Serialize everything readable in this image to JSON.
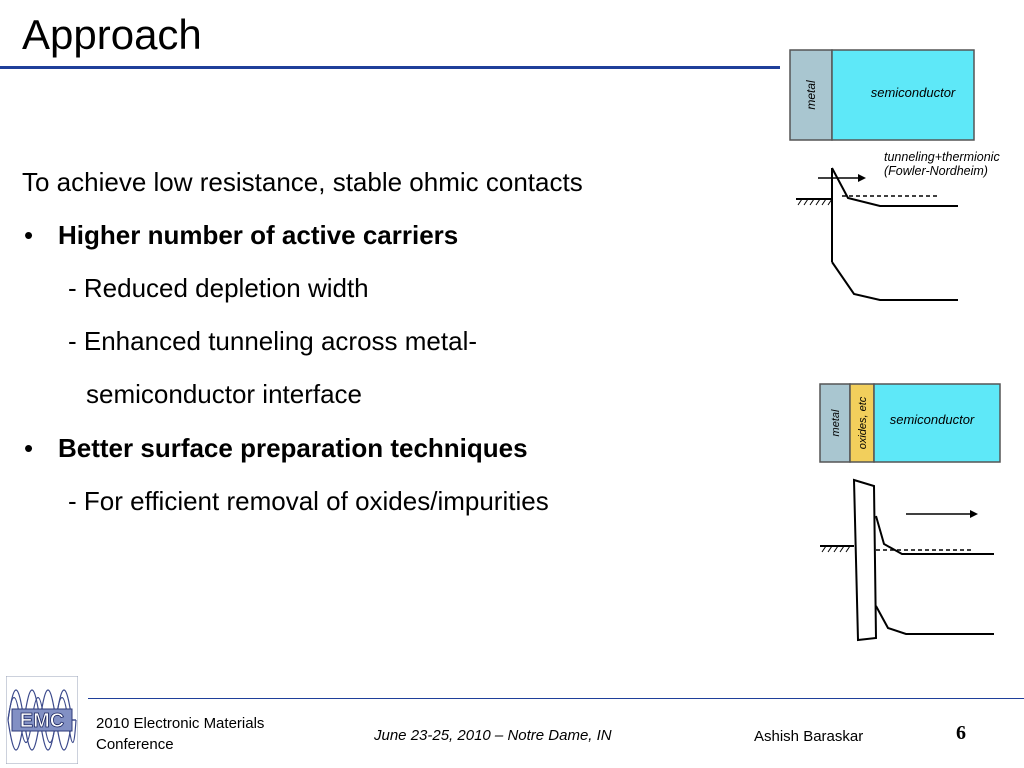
{
  "slide": {
    "title": "Approach",
    "intro": "To achieve low resistance, stable ohmic contacts",
    "bullet_glyph": "•",
    "bullets": [
      {
        "heading": "Higher number of active carriers",
        "subs": [
          "- Reduced depletion width",
          "- Enhanced tunneling across metal-",
          "semiconductor interface"
        ]
      },
      {
        "heading": "Better surface preparation techniques",
        "subs": [
          "- For efficient removal of oxides/impurities"
        ]
      }
    ]
  },
  "figures": {
    "top": {
      "metal_label": "metal",
      "semiconductor_label": "semiconductor",
      "annotation_line1": "tunneling+thermionic",
      "annotation_line2": "(Fowler-Nordheim)"
    },
    "bottom": {
      "metal_label": "metal",
      "oxide_label": "oxides, etc",
      "semiconductor_label": "semiconductor"
    },
    "colors": {
      "metal": "#a9c6d0",
      "semiconductor": "#5ee8f8",
      "oxide": "#f2cf5c"
    }
  },
  "footer": {
    "logo_text": "EMC",
    "conference_line1": "2010 Electronic Materials",
    "conference_line2": "Conference",
    "date_location": "June 23-25, 2010 – Notre Dame, IN",
    "author": "Ashish Baraskar",
    "page_number": "6"
  }
}
